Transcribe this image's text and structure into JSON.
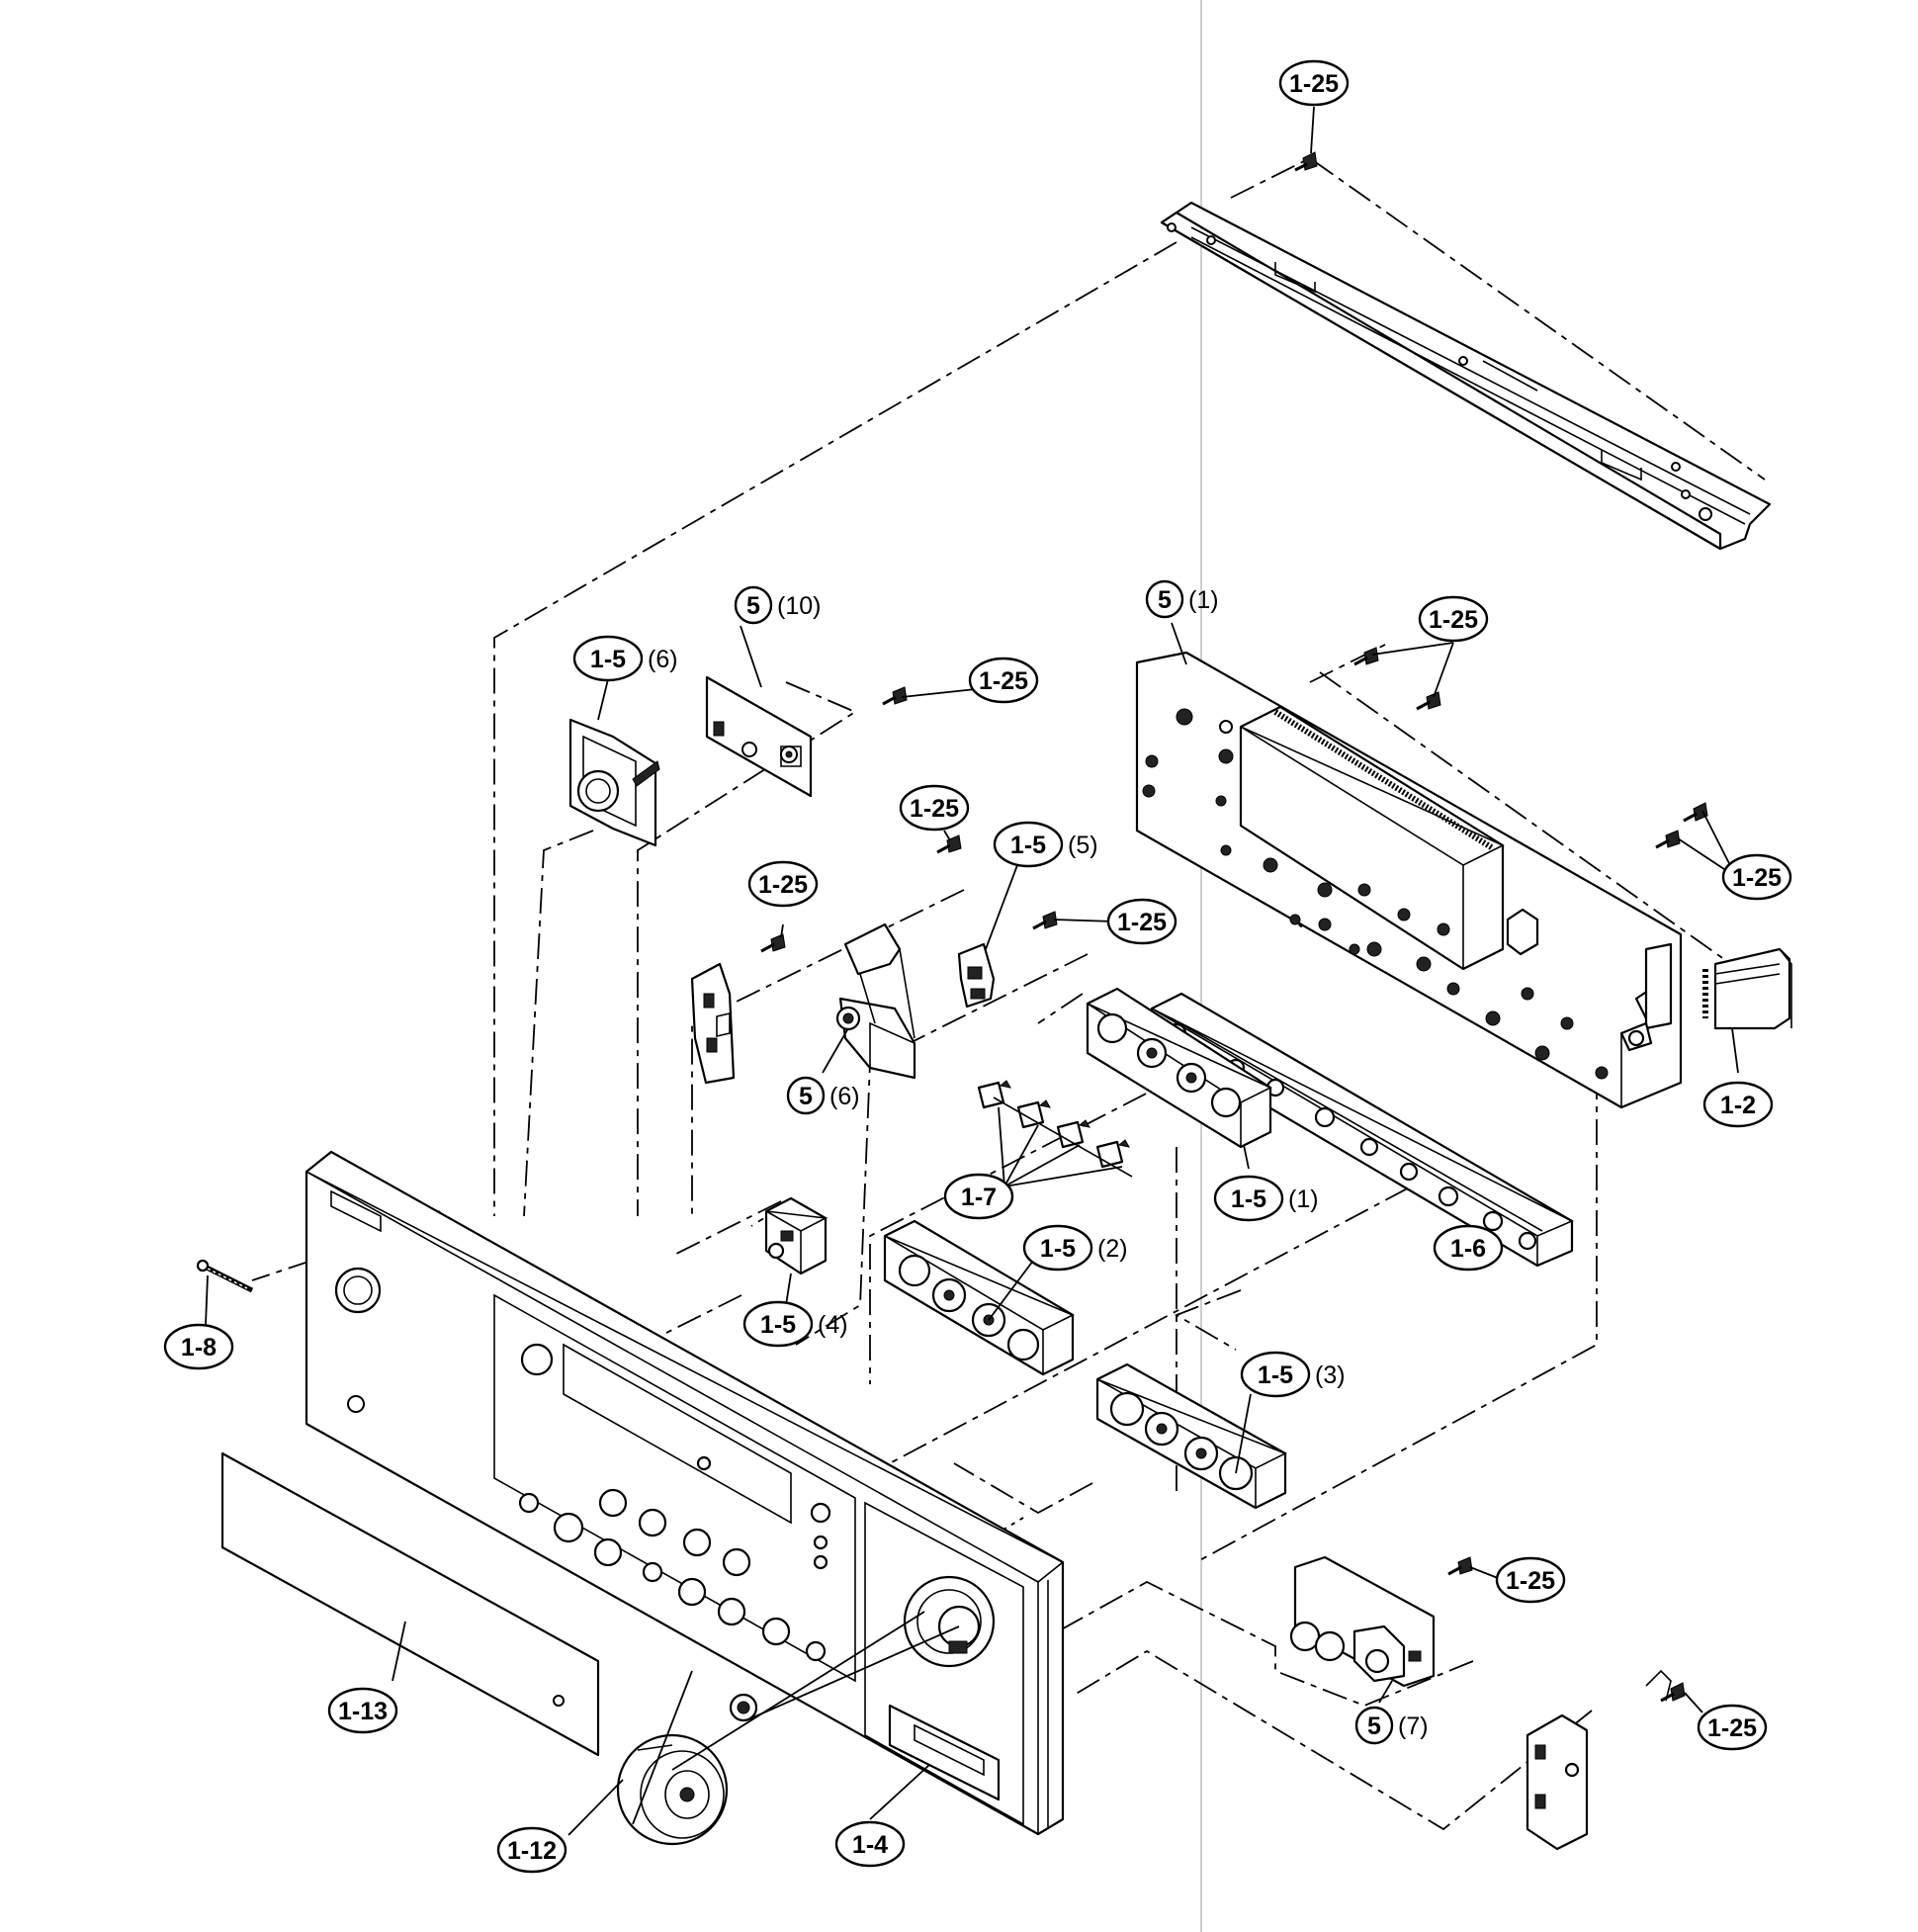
{
  "callouts": [
    {
      "id": "c1",
      "num": "1-25",
      "sub": ""
    },
    {
      "id": "c2",
      "num": "5",
      "sub": "(10)"
    },
    {
      "id": "c3",
      "num": "1-5",
      "sub": "(6)"
    },
    {
      "id": "c4",
      "num": "1-25",
      "sub": ""
    },
    {
      "id": "c5",
      "num": "5",
      "sub": "(1)"
    },
    {
      "id": "c6",
      "num": "1-25",
      "sub": ""
    },
    {
      "id": "c7",
      "num": "1-25",
      "sub": ""
    },
    {
      "id": "c8",
      "num": "1-5",
      "sub": "(5)"
    },
    {
      "id": "c9",
      "num": "1-25",
      "sub": ""
    },
    {
      "id": "c10",
      "num": "1-25",
      "sub": ""
    },
    {
      "id": "c11",
      "num": "1-25",
      "sub": ""
    },
    {
      "id": "c12",
      "num": "5",
      "sub": "(6)"
    },
    {
      "id": "c13",
      "num": "1-2",
      "sub": ""
    },
    {
      "id": "c14",
      "num": "1-7",
      "sub": ""
    },
    {
      "id": "c15",
      "num": "1-5",
      "sub": "(1)"
    },
    {
      "id": "c16",
      "num": "1-6",
      "sub": ""
    },
    {
      "id": "c17",
      "num": "1-5",
      "sub": "(2)"
    },
    {
      "id": "c18",
      "num": "1-5",
      "sub": "(4)"
    },
    {
      "id": "c19",
      "num": "1-8",
      "sub": ""
    },
    {
      "id": "c20",
      "num": "1-5",
      "sub": "(3)"
    },
    {
      "id": "c21",
      "num": "1-25",
      "sub": ""
    },
    {
      "id": "c22",
      "num": "1-13",
      "sub": ""
    },
    {
      "id": "c23",
      "num": "5",
      "sub": "(7)"
    },
    {
      "id": "c24",
      "num": "1-25",
      "sub": ""
    },
    {
      "id": "c25",
      "num": "1-12",
      "sub": ""
    },
    {
      "id": "c26",
      "num": "1-4",
      "sub": ""
    }
  ]
}
